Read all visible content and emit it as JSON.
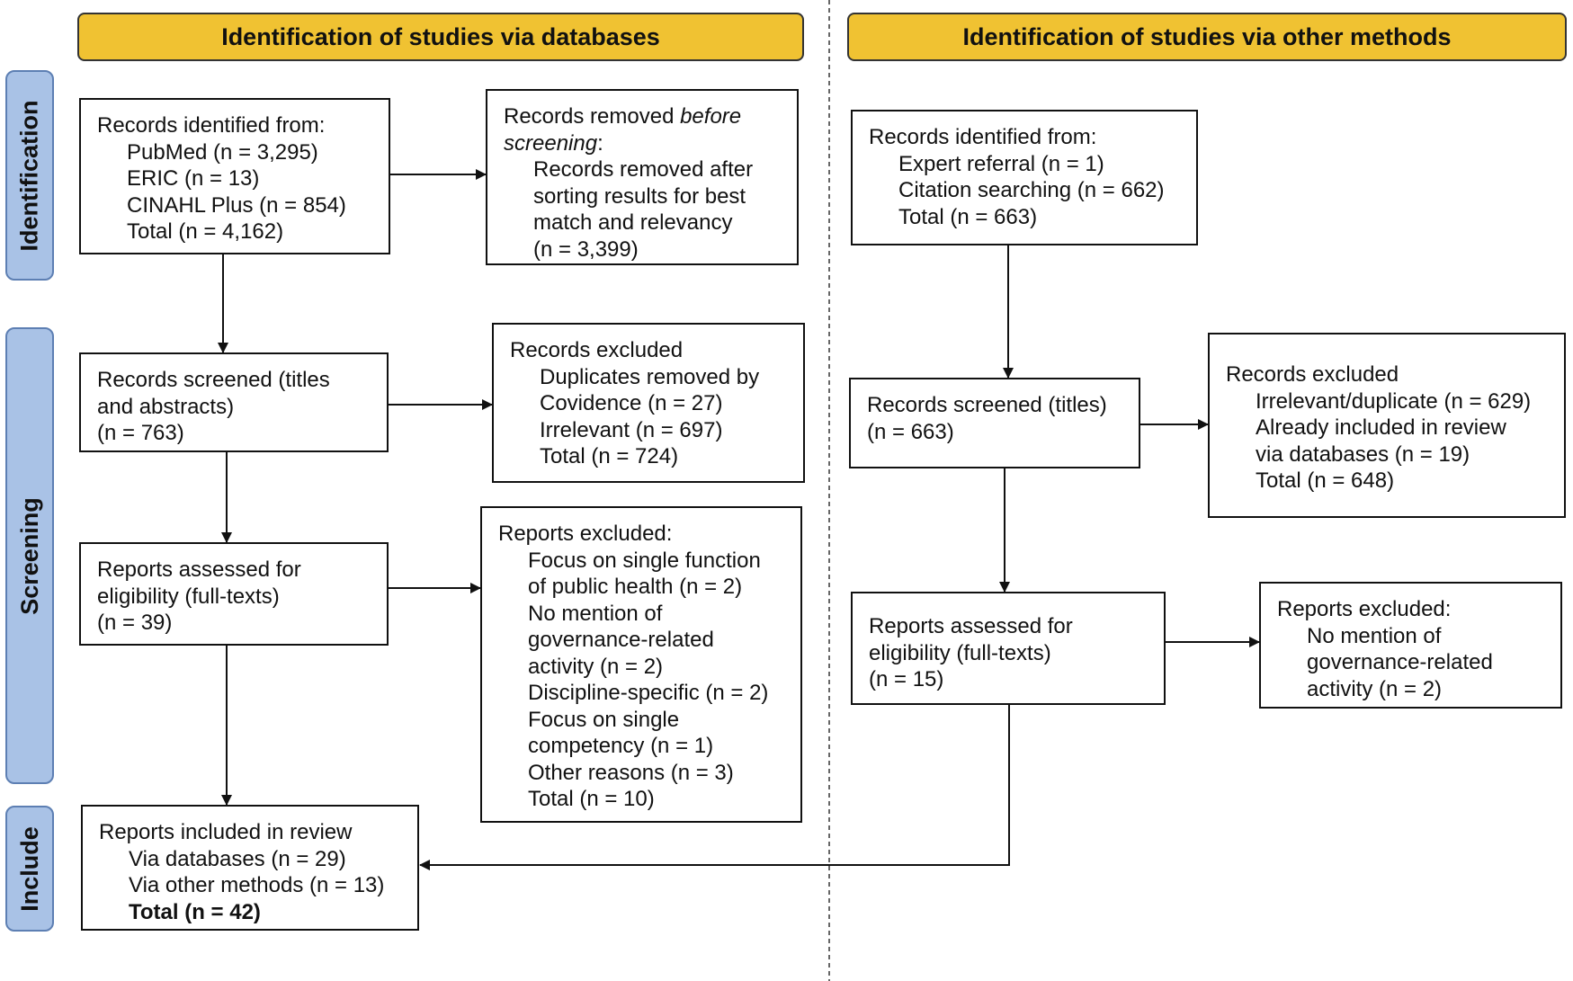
{
  "headers": {
    "databases": "Identification of studies via databases",
    "other": "Identification of studies via other methods"
  },
  "phases": {
    "identification": "Identification",
    "screening": "Screening",
    "include": "Include"
  },
  "db": {
    "identified": {
      "title": "Records identified from:",
      "pubmed": "PubMed (n = 3,295)",
      "eric": "ERIC (n = 13)",
      "cinahl": "CINAHL Plus (n = 854)",
      "total": "Total (n = 4,162)"
    },
    "removed": {
      "title_pre": "Records removed ",
      "title_em1": "before",
      "title_em2": "screening",
      "title_post": ":",
      "line1": "Records removed after",
      "line2": "sorting results for best",
      "line3": "match and relevancy",
      "line4": "(n = 3,399)"
    },
    "screened": {
      "line1": "Records screened (titles",
      "line2": "and abstracts)",
      "line3": "(n = 763)"
    },
    "excluded": {
      "title": "Records excluded",
      "line1": "Duplicates removed by",
      "line2": "Covidence (n = 27)",
      "line3": "Irrelevant (n = 697)",
      "line4": "Total (n = 724)"
    },
    "assessed": {
      "line1": "Reports assessed for",
      "line2": "eligibility (full-texts)",
      "line3": "(n = 39)"
    },
    "reports_excluded": {
      "title": "Reports excluded:",
      "line1": "Focus on single function",
      "line2": "of public health (n = 2)",
      "line3": "No mention of",
      "line4": "governance-related",
      "line5": "activity (n = 2)",
      "line6": "Discipline-specific (n = 2)",
      "line7": "Focus on single",
      "line8": "competency (n = 1)",
      "line9": "Other reasons (n = 3)",
      "line10": "Total (n = 10)"
    },
    "included": {
      "title": "Reports included in review",
      "via_db": "Via databases (n = 29)",
      "via_other": "Via other methods (n = 13)",
      "total": "Total (n = 42)"
    }
  },
  "other": {
    "identified": {
      "title": "Records identified from:",
      "expert": "Expert referral (n = 1)",
      "citation": "Citation searching (n = 662)",
      "total": "Total (n = 663)"
    },
    "screened": {
      "line1": "Records screened (titles)",
      "line2": "(n = 663)"
    },
    "excluded": {
      "title": "Records excluded",
      "line1": "Irrelevant/duplicate (n = 629)",
      "line2": "Already included in review",
      "line3": "via databases (n = 19)",
      "line4": "Total (n = 648)"
    },
    "assessed": {
      "line1": "Reports assessed for",
      "line2": "eligibility (full-texts)",
      "line3": "(n = 15)"
    },
    "reports_excluded": {
      "title": "Reports excluded:",
      "line1": "No mention of",
      "line2": "governance-related",
      "line3": "activity (n = 2)"
    }
  },
  "colors": {
    "header_fill": "#f0c232",
    "phase_fill": "#a9c2e6",
    "phase_border": "#5d7fb3"
  }
}
